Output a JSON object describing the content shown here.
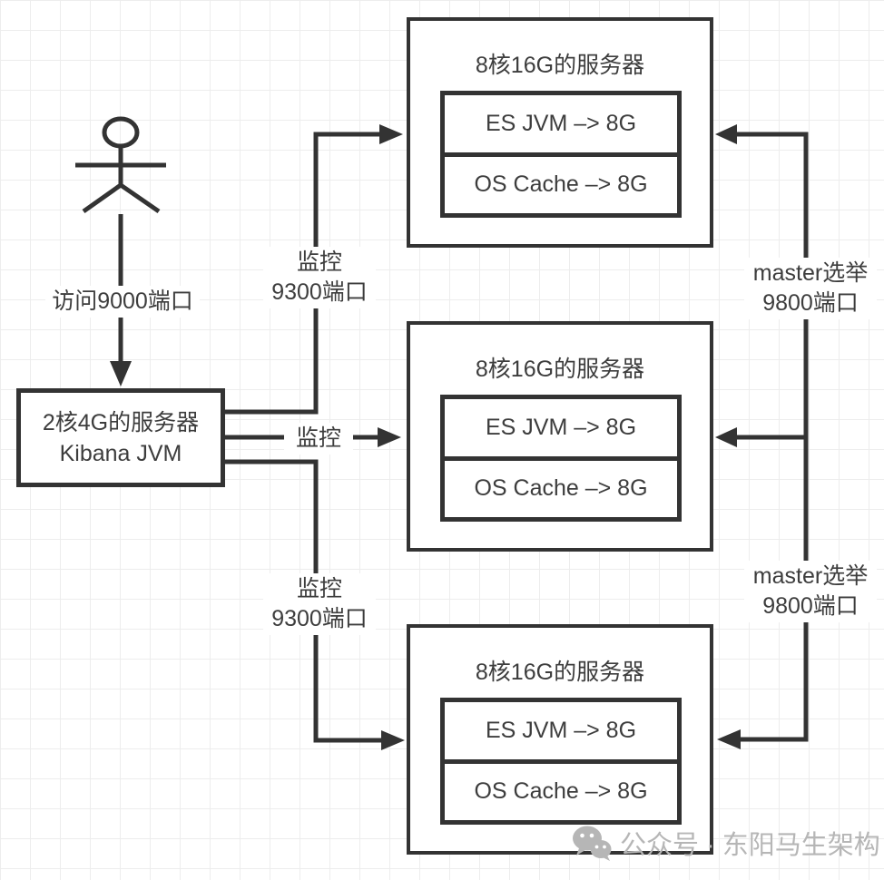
{
  "diagram_title": "Kibana monitoring Elasticsearch cluster architecture",
  "actor": {
    "name": "user"
  },
  "access_label": "访问9000端口",
  "kibana_box": {
    "line1": "2核4G的服务器",
    "line2": "Kibana JVM"
  },
  "servers": [
    {
      "title": "8核16G的服务器",
      "rows": [
        "ES JVM –> 8G",
        "OS Cache –> 8G"
      ]
    },
    {
      "title": "8核16G的服务器",
      "rows": [
        "ES JVM –> 8G",
        "OS Cache –> 8G"
      ]
    },
    {
      "title": "8核16G的服务器",
      "rows": [
        "ES JVM –> 8G",
        "OS Cache –> 8G"
      ]
    }
  ],
  "edge_labels": {
    "monitor_top": {
      "line1": "监控",
      "line2": "9300端口"
    },
    "monitor_mid": "监控",
    "monitor_bottom": {
      "line1": "监控",
      "line2": "9300端口"
    },
    "master_top": {
      "line1": "master选举",
      "line2": "9800端口"
    },
    "master_bottom": {
      "line1": "master选举",
      "line2": "9800端口"
    }
  },
  "watermark": {
    "text": "公众号 · 东阳马生架构"
  },
  "colors": {
    "line": "#333333",
    "text": "#3d3d3d",
    "watermark": "#b6b6b6",
    "grid": "#ededed",
    "background": "#ffffff"
  }
}
